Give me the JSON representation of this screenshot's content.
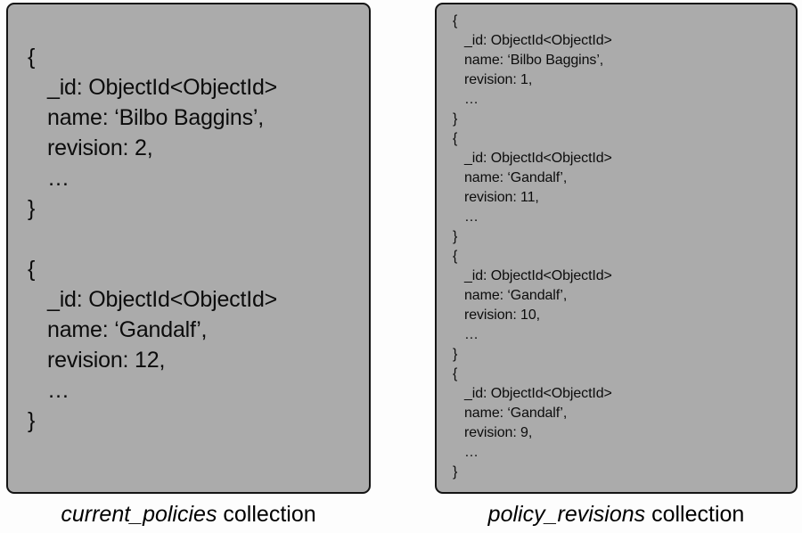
{
  "diagram": {
    "background_color": "#fdfdfd",
    "panel_fill_color": "#ababab",
    "panel_border_color": "#141414",
    "text_color": "#0c0c0c"
  },
  "panels": [
    {
      "id": "current_policies",
      "caption_name": "current_policies",
      "caption_suffix": " collection",
      "documents": [
        {
          "open_brace": "{",
          "id_line": "_id: ObjectId<ObjectId>",
          "name_line": "name: ‘Bilbo Baggins’,",
          "revision_line": "revision: 2,",
          "ellipsis": "…",
          "close_brace": "}"
        },
        {
          "open_brace": "{",
          "id_line": "_id: ObjectId<ObjectId>",
          "name_line": "name: ‘Gandalf’,",
          "revision_line": "revision: 12,",
          "ellipsis": "…",
          "close_brace": "}"
        }
      ]
    },
    {
      "id": "policy_revisions",
      "caption_name": "policy_revisions",
      "caption_suffix": " collection",
      "documents": [
        {
          "open_brace": "{",
          "id_line": "_id: ObjectId<ObjectId>",
          "name_line": "name: ‘Bilbo Baggins’,",
          "revision_line": "revision: 1,",
          "ellipsis": "…",
          "close_brace": "}"
        },
        {
          "open_brace": "{",
          "id_line": "_id: ObjectId<ObjectId>",
          "name_line": "name: ‘Gandalf’,",
          "revision_line": "revision: 11,",
          "ellipsis": "…",
          "close_brace": "}"
        },
        {
          "open_brace": "{",
          "id_line": "_id: ObjectId<ObjectId>",
          "name_line": "name: ‘Gandalf’,",
          "revision_line": "revision: 10,",
          "ellipsis": "…",
          "close_brace": "}"
        },
        {
          "open_brace": "{",
          "id_line": "_id: ObjectId<ObjectId>",
          "name_line": "name: ‘Gandalf’,",
          "revision_line": "revision: 9,",
          "ellipsis": "…",
          "close_brace": "}"
        }
      ]
    }
  ]
}
